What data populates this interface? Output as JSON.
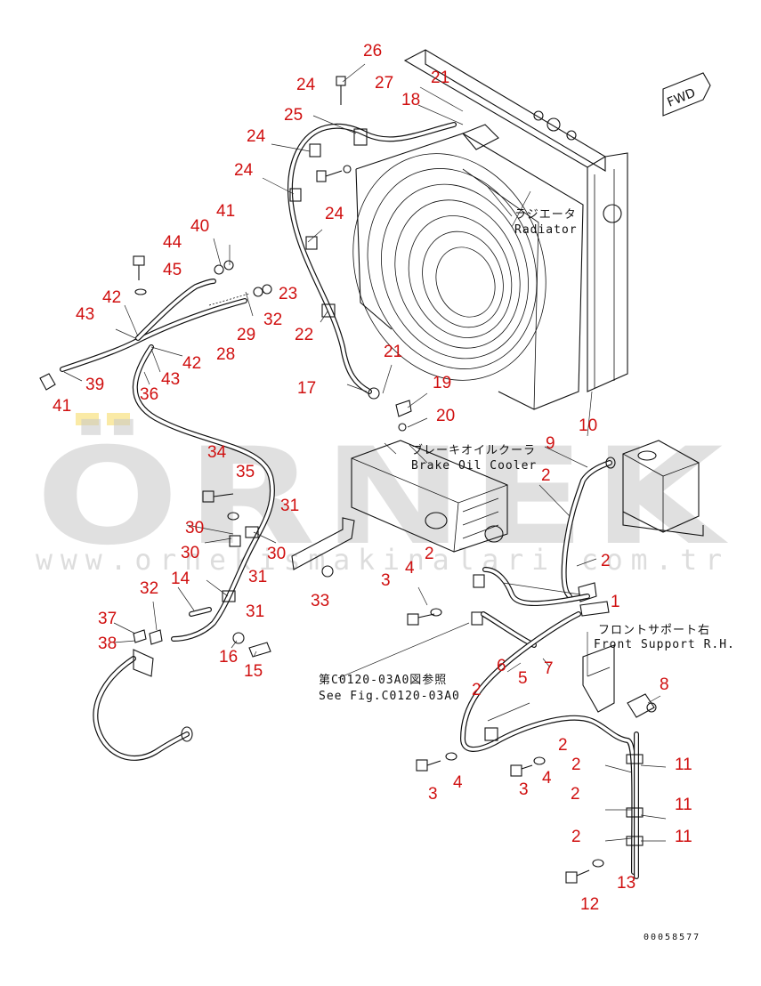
{
  "watermark": {
    "brand": "ÖRNEK",
    "url": "www.ornekismakinalari.com.tr",
    "accent": "#f2c200"
  },
  "labels": {
    "radiator_jp": "ラジエータ",
    "radiator_en": "Radiator",
    "brake_jp": "ブレーキオイルクーラ",
    "brake_en": "Brake Oil Cooler",
    "front_jp": "フロントサポート右",
    "front_en": "Front Support R.H.",
    "see_jp": "第C0120-03A0図参照",
    "see_en": "See Fig.C0120-03A0",
    "fwd": "FWD",
    "drawing_no": "00058577"
  },
  "callouts": [
    {
      "id": "c26",
      "text": "26"
    },
    {
      "id": "c21a",
      "text": "21"
    },
    {
      "id": "c24a",
      "text": "24"
    },
    {
      "id": "c27",
      "text": "27"
    },
    {
      "id": "c18",
      "text": "18"
    },
    {
      "id": "c25",
      "text": "25"
    },
    {
      "id": "c24b",
      "text": "24"
    },
    {
      "id": "c24c",
      "text": "24"
    },
    {
      "id": "c41a",
      "text": "41"
    },
    {
      "id": "c40",
      "text": "40"
    },
    {
      "id": "c24d",
      "text": "24"
    },
    {
      "id": "c44",
      "text": "44"
    },
    {
      "id": "c45",
      "text": "45"
    },
    {
      "id": "c23",
      "text": "23"
    },
    {
      "id": "c42a",
      "text": "42"
    },
    {
      "id": "c32a",
      "text": "32"
    },
    {
      "id": "c43a",
      "text": "43"
    },
    {
      "id": "c29",
      "text": "29"
    },
    {
      "id": "c22",
      "text": "22"
    },
    {
      "id": "c28",
      "text": "28"
    },
    {
      "id": "c42b",
      "text": "42"
    },
    {
      "id": "c39",
      "text": "39"
    },
    {
      "id": "c43b",
      "text": "43"
    },
    {
      "id": "c21b",
      "text": "21"
    },
    {
      "id": "c17",
      "text": "17"
    },
    {
      "id": "c36",
      "text": "36"
    },
    {
      "id": "c19",
      "text": "19"
    },
    {
      "id": "c41b",
      "text": "41"
    },
    {
      "id": "c20",
      "text": "20"
    },
    {
      "id": "c10",
      "text": "10"
    },
    {
      "id": "c9",
      "text": "9"
    },
    {
      "id": "c34",
      "text": "34"
    },
    {
      "id": "c2a",
      "text": "2"
    },
    {
      "id": "c35",
      "text": "35"
    },
    {
      "id": "c31a",
      "text": "31"
    },
    {
      "id": "c30a",
      "text": "30"
    },
    {
      "id": "c2b",
      "text": "2"
    },
    {
      "id": "c30b",
      "text": "30"
    },
    {
      "id": "c30c",
      "text": "30"
    },
    {
      "id": "c31b",
      "text": "31"
    },
    {
      "id": "c2c",
      "text": "2"
    },
    {
      "id": "c4a",
      "text": "4"
    },
    {
      "id": "c3a",
      "text": "3"
    },
    {
      "id": "c14",
      "text": "14"
    },
    {
      "id": "c32b",
      "text": "32"
    },
    {
      "id": "c31c",
      "text": "31"
    },
    {
      "id": "c33",
      "text": "33"
    },
    {
      "id": "c1",
      "text": "1"
    },
    {
      "id": "c37",
      "text": "37"
    },
    {
      "id": "c38",
      "text": "38"
    },
    {
      "id": "c16",
      "text": "16"
    },
    {
      "id": "c15",
      "text": "15"
    },
    {
      "id": "c6",
      "text": "6"
    },
    {
      "id": "c5",
      "text": "5"
    },
    {
      "id": "c7",
      "text": "7"
    },
    {
      "id": "c8",
      "text": "8"
    },
    {
      "id": "c2d",
      "text": "2"
    },
    {
      "id": "c2e",
      "text": "2"
    },
    {
      "id": "c11a",
      "text": "11"
    },
    {
      "id": "c2f",
      "text": "2"
    },
    {
      "id": "c4b",
      "text": "4"
    },
    {
      "id": "c3b",
      "text": "3"
    },
    {
      "id": "c4c",
      "text": "4"
    },
    {
      "id": "c3c",
      "text": "3"
    },
    {
      "id": "c11b",
      "text": "11"
    },
    {
      "id": "c2g",
      "text": "2"
    },
    {
      "id": "c2h",
      "text": "2"
    },
    {
      "id": "c11c",
      "text": "11"
    },
    {
      "id": "c13",
      "text": "13"
    },
    {
      "id": "c12",
      "text": "12"
    }
  ]
}
